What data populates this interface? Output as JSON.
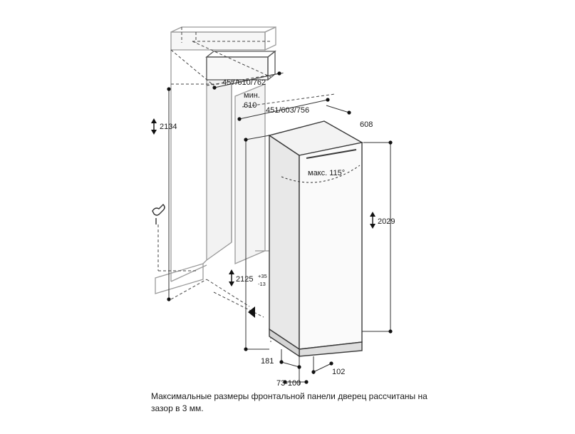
{
  "diagram": {
    "dimensions": {
      "niche_depth": "457/610/762",
      "min_label": "мин.",
      "min_value": "610",
      "unit_depth": "451/603/756",
      "unit_width": "608",
      "niche_height": "2134",
      "unit_height": "2029",
      "opening_height": "2125",
      "opening_tol_plus": "+35",
      "opening_tol_minus": "-13",
      "door_angle": "макс. 115°",
      "plinth_depth": "181",
      "plinth_height": "102",
      "toe_kick": "73-100"
    },
    "caption": "Максимальные размеры фронтальной панели дверец рассчитаны на зазор в 3 мм."
  }
}
